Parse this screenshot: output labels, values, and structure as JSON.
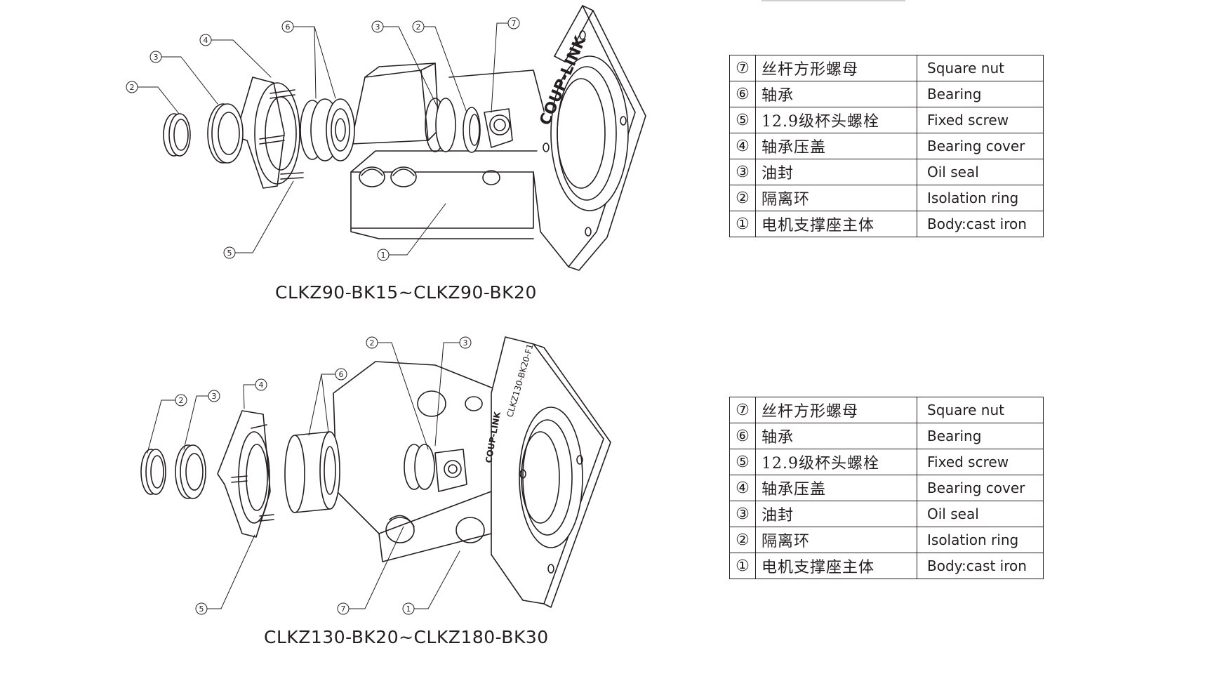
{
  "diagrams": [
    {
      "model_range": "CLKZ90-BK15~CLKZ90-BK20",
      "brand_marking": "COUP-LINK",
      "callouts": [
        "⑦",
        "⑥",
        "③",
        "②",
        "④",
        "③",
        "②",
        "⑤",
        "①"
      ]
    },
    {
      "model_range": "CLKZ130-BK20~CLKZ180-BK30",
      "brand_marking": "COUP-LINK",
      "body_marking": "CLKZ130-BK20-F1",
      "callouts": [
        "②",
        "③",
        "⑥",
        "④",
        "②",
        "③",
        "⑤",
        "⑦",
        "①"
      ]
    }
  ],
  "parts_tables": [
    {
      "rows": [
        {
          "num": "⑦",
          "zh": "丝杆方形螺母",
          "en": "Square nut"
        },
        {
          "num": "⑥",
          "zh": "轴承",
          "en": "Bearing"
        },
        {
          "num": "⑤",
          "zh": "12.9级杯头螺栓",
          "en": "Fixed screw"
        },
        {
          "num": "④",
          "zh": "轴承压盖",
          "en": "Bearing cover"
        },
        {
          "num": "③",
          "zh": "油封",
          "en": "Oil seal"
        },
        {
          "num": "②",
          "zh": "隔离环",
          "en": "Isolation ring"
        },
        {
          "num": "①",
          "zh": "电机支撑座主体",
          "en": "Body:cast iron"
        }
      ]
    },
    {
      "rows": [
        {
          "num": "⑦",
          "zh": "丝杆方形螺母",
          "en": "Square nut"
        },
        {
          "num": "⑥",
          "zh": "轴承",
          "en": "Bearing"
        },
        {
          "num": "⑤",
          "zh": "12.9级杯头螺栓",
          "en": "Fixed screw"
        },
        {
          "num": "④",
          "zh": "轴承压盖",
          "en": "Bearing cover"
        },
        {
          "num": "③",
          "zh": "油封",
          "en": "Oil seal"
        },
        {
          "num": "②",
          "zh": "隔离环",
          "en": "Isolation ring"
        },
        {
          "num": "①",
          "zh": "电机支撑座主体",
          "en": "Body:cast iron"
        }
      ]
    }
  ]
}
